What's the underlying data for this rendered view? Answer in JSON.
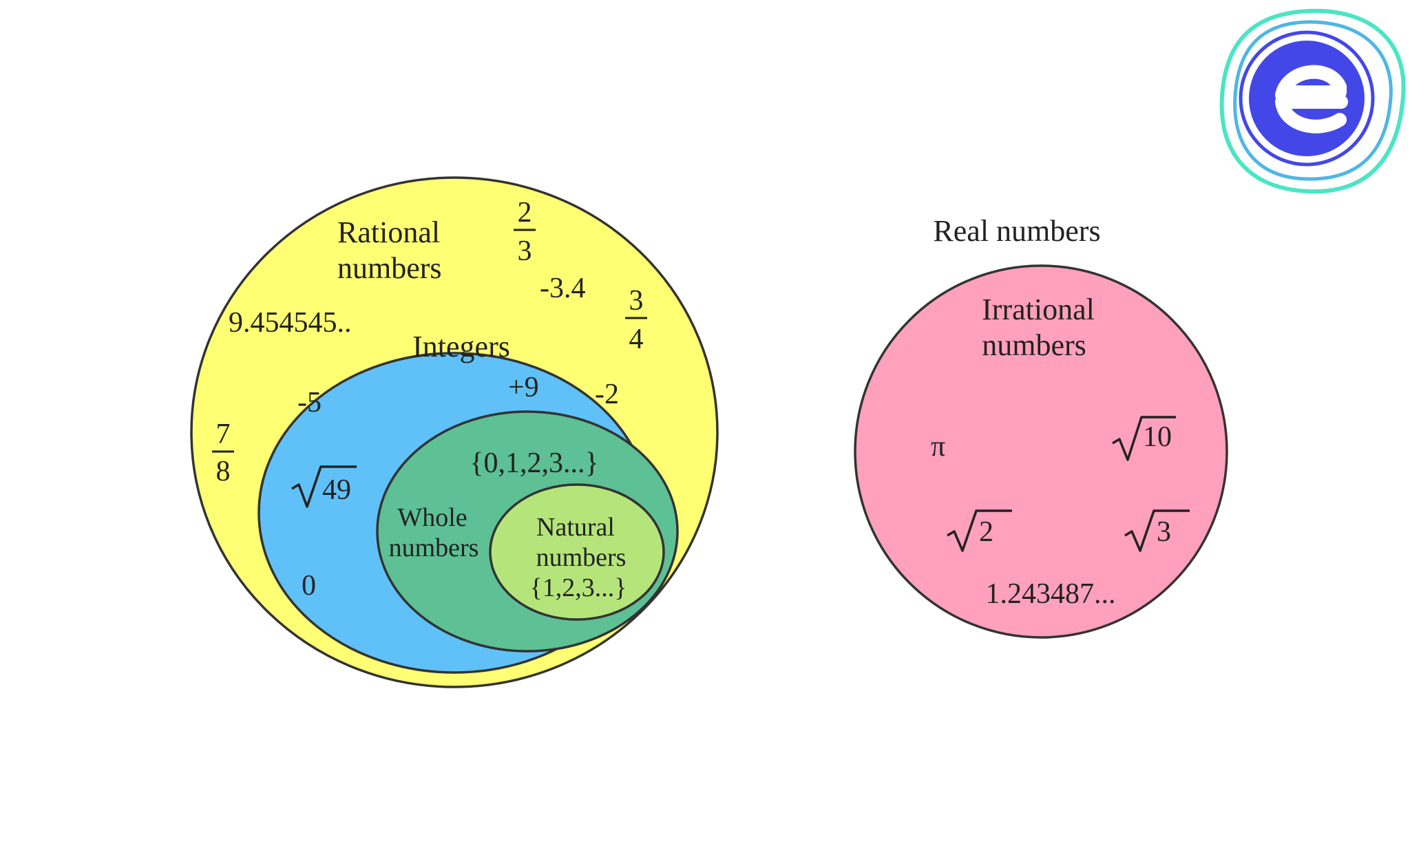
{
  "colors": {
    "rational": "#ffff73",
    "integers": "#5fc1f7",
    "whole": "#5ec095",
    "natural": "#b5e57a",
    "irrational": "#ffa0bd",
    "outline": "#333333",
    "logo_outer": "#49e6c3",
    "logo_inner": "#4447e8"
  },
  "logo": {
    "icon": "e-logo-icon"
  },
  "real": {
    "title": "Real numbers"
  },
  "rational": {
    "label_line1": "Rational",
    "label_line2": "numbers",
    "examples": {
      "two_thirds": {
        "num": "2",
        "den": "3"
      },
      "neg_3_4": "-3.4",
      "three_fourths": {
        "num": "3",
        "den": "4"
      },
      "repeating": "9.454545..",
      "seven_eighths": {
        "num": "7",
        "den": "8"
      }
    }
  },
  "integers": {
    "label": "Integers",
    "examples": {
      "neg5": "-5",
      "plus9": "+9",
      "neg2": "-2",
      "sqrt49": "49",
      "zero": "0"
    }
  },
  "whole": {
    "set": "{0,1,2,3...}",
    "label_line1": "Whole",
    "label_line2": "numbers"
  },
  "natural": {
    "label_line1": "Natural",
    "label_line2": "numbers",
    "set": "{1,2,3...}"
  },
  "irrational": {
    "label_line1": "Irrational",
    "label_line2": "numbers",
    "examples": {
      "pi": "π",
      "sqrt10": "10",
      "sqrt2": "2",
      "sqrt3": "3",
      "decimal": "1.243487..."
    }
  }
}
